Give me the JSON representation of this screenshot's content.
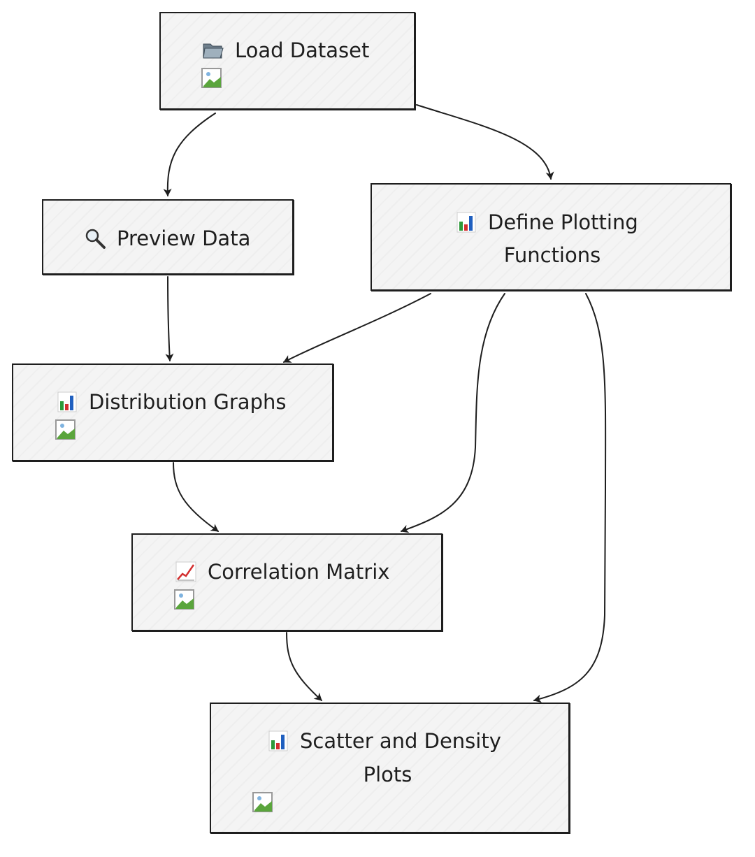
{
  "nodes": {
    "load": {
      "label": "Load Dataset",
      "icon": "folder-icon"
    },
    "preview": {
      "label": "Preview Data",
      "icon": "magnifier-icon"
    },
    "define": {
      "label_line1": "Define Plotting",
      "label_line2": "Functions",
      "icon": "bar-chart-icon"
    },
    "distribution": {
      "label": "Distribution Graphs",
      "icon": "bar-chart-icon"
    },
    "correlation": {
      "label": "Correlation Matrix",
      "icon": "line-chart-icon"
    },
    "scatter": {
      "label_line1": "Scatter and Density",
      "label_line2": "Plots",
      "icon": "bar-chart-icon"
    }
  },
  "edges": [
    {
      "from": "load",
      "to": "preview"
    },
    {
      "from": "load",
      "to": "define"
    },
    {
      "from": "preview",
      "to": "distribution"
    },
    {
      "from": "define",
      "to": "distribution"
    },
    {
      "from": "define",
      "to": "correlation"
    },
    {
      "from": "define",
      "to": "scatter"
    },
    {
      "from": "distribution",
      "to": "correlation"
    },
    {
      "from": "correlation",
      "to": "scatter"
    }
  ],
  "colors": {
    "stroke": "#1e1e1e",
    "fill": "#f4f4f4"
  }
}
